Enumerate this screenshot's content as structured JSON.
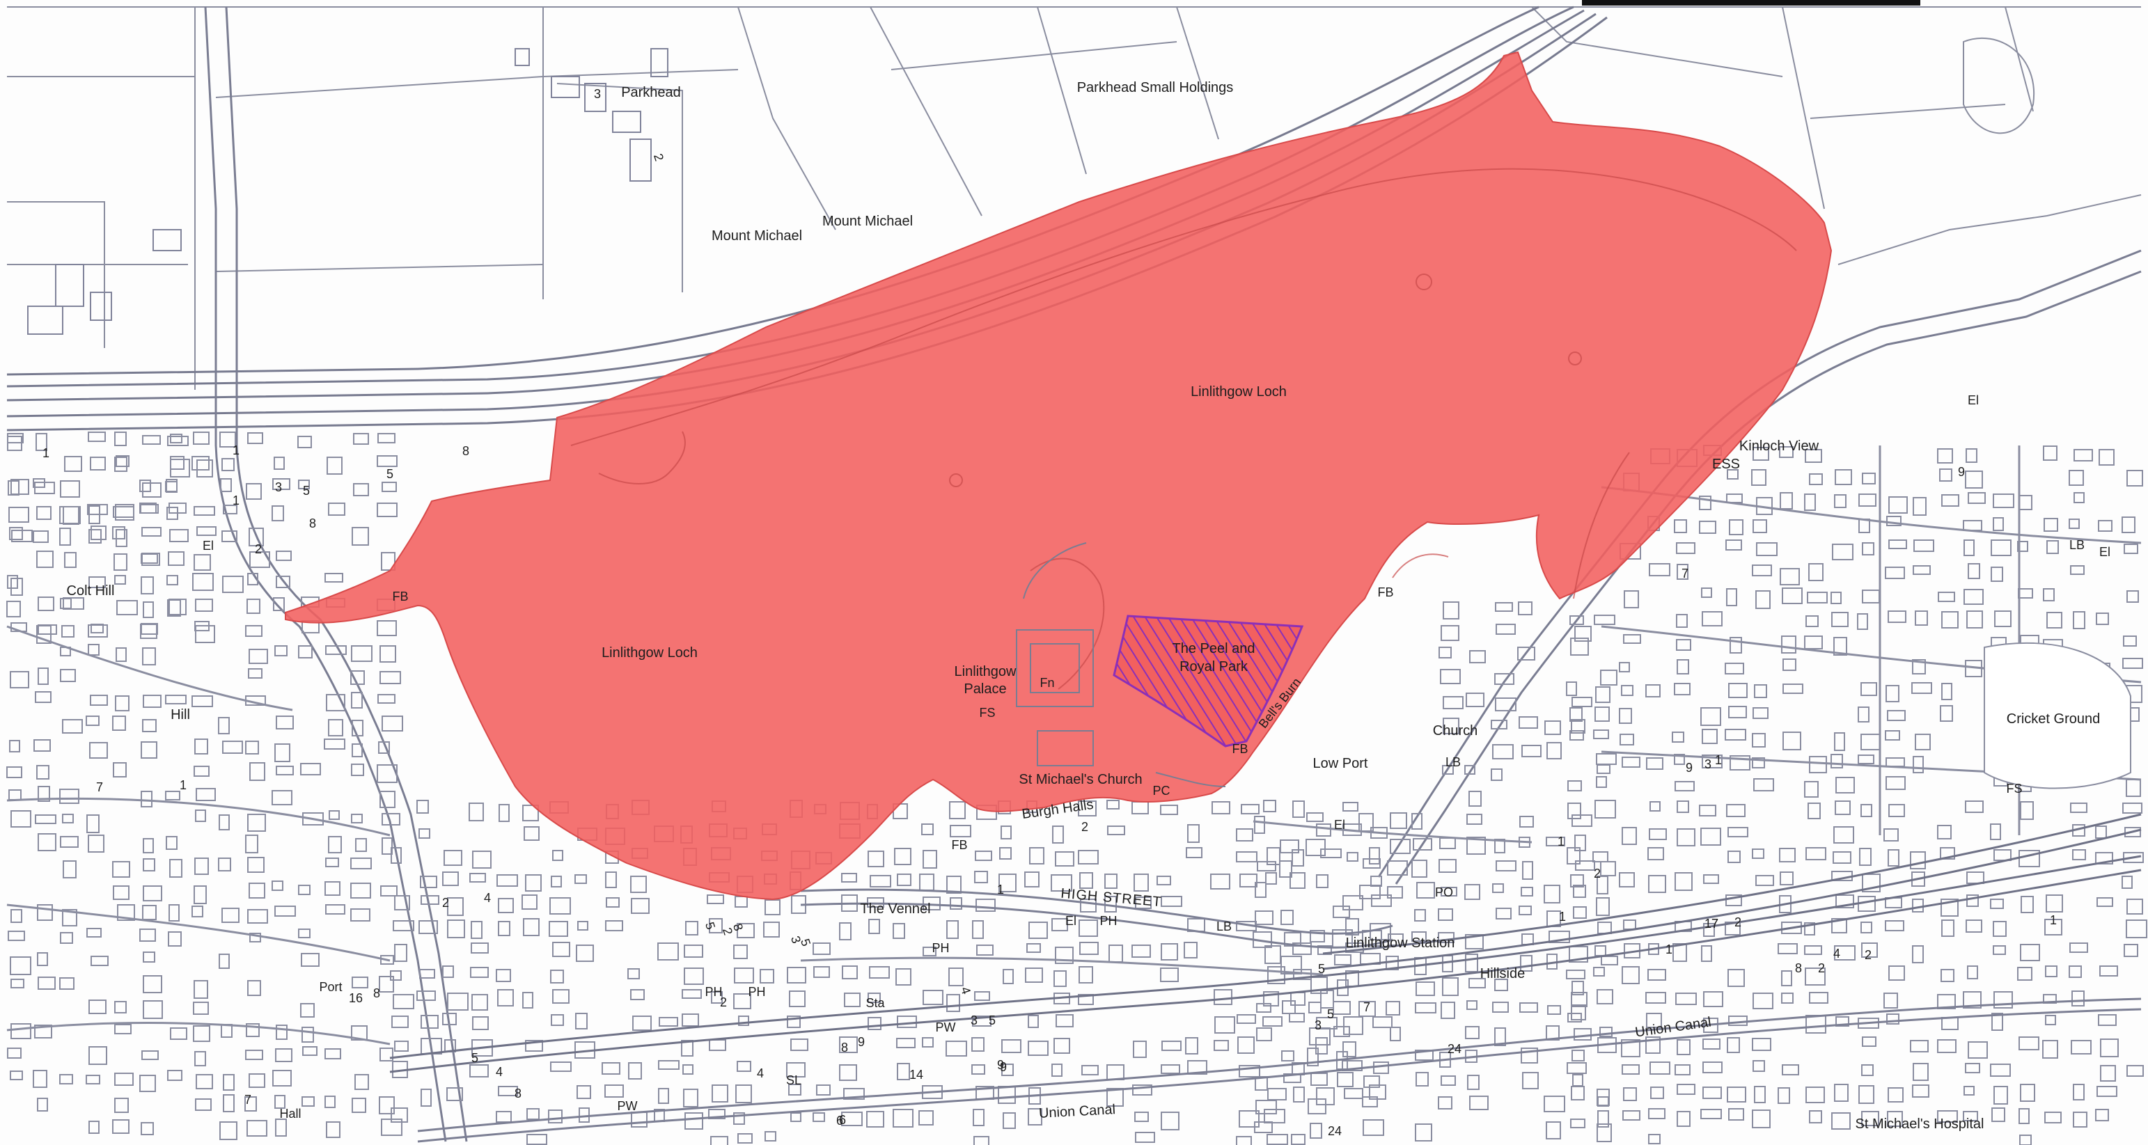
{
  "colors": {
    "loch_fill": "#f2605f",
    "loch_fill_opacity": 0.88,
    "hatch": "#8b2fb8",
    "line": "#7c7f92",
    "road": "#8c8fa3",
    "rail": "#6e7186",
    "text": "#1d1d1d"
  },
  "labels": {
    "parkhead": "Parkhead",
    "parkhead_small_holdings": "Parkhead Small Holdings",
    "mount_michael_1": "Mount Michael",
    "mount_michael_2": "Mount Michael",
    "linlithgow_loch_north": "Linlithgow Loch",
    "linlithgow_loch_west": "Linlithgow Loch",
    "kinloch_view": "Kinloch View",
    "ess": "ESS",
    "colt_hill": "Colt Hill",
    "hill": "Hill",
    "peel_line1": "The Peel and",
    "peel_line2": "Royal Park",
    "palace_line1": "Linlithgow",
    "palace_line2": "Palace",
    "fn": "Fn",
    "fs_palace": "FS",
    "bells_burn": "Bell's Burn",
    "fb_west": "FB",
    "fb_east": "FB",
    "fb_burn": "FB",
    "fb_south": "FB",
    "low_port": "Low Port",
    "church": "Church",
    "cricket_ground": "Cricket Ground",
    "fs_cricket": "FS",
    "st_michaels_church": "St Michael's Church",
    "pc": "PC",
    "burgh_halls": "Burgh Halls",
    "high_street": "HIGH STREET",
    "the_vennel": "The Vennel",
    "linlithgow_station": "Linlithgow Station",
    "hillside": "Hillside",
    "union_canal_east": "Union Canal",
    "union_canal_west": "Union Canal",
    "st_michaels_hospital": "St Michael's Hospital",
    "lb_1": "LB",
    "lb_2": "LB",
    "lb_3": "LB",
    "el_1": "El",
    "el_2": "El",
    "el_3": "El",
    "el_4": "El",
    "el_5": "El",
    "ph_1": "PH",
    "ph_2": "PH",
    "ph_3": "PH",
    "ph_4": "PH",
    "pw_1": "PW",
    "pw_2": "PW",
    "po": "PO",
    "sta": "Sta",
    "sl": "SL",
    "hall": "Hall",
    "port": "Port"
  },
  "numbers": {
    "n_parkhead_3": "3",
    "n_parkhead_2": "2",
    "n_8a": "8",
    "n_1a": "1",
    "n_3a": "3",
    "n_5a": "5",
    "n_5b": "5",
    "n_2a": "2",
    "n_8b": "8",
    "n_1b": "1",
    "n_1c": "1",
    "n_7a": "7",
    "n_1d": "1",
    "n_2b": "2",
    "n_4a": "4",
    "n_16": "16",
    "n_8c": "8",
    "n_5c": "5",
    "n_2c": "2",
    "n_8d": "8",
    "n_3b": "3",
    "n_5d": "5",
    "n_2d": "2",
    "n_1e": "1",
    "n_4b": "4",
    "n_9a": "9",
    "n_8e": "8",
    "n_3c": "3",
    "n_5e": "5",
    "n_2e": "2",
    "n_6a": "6",
    "n_4c": "4",
    "n_9b": "9",
    "n_5f": "5",
    "n_1f": "1",
    "n_7b": "7",
    "n_17": "17",
    "n_2f": "2",
    "n_1g": "1",
    "n_4d": "4",
    "n_2g": "2",
    "n_8f": "8",
    "n_2h": "2",
    "n_24a": "24",
    "n_3d": "3",
    "n_5g": "5",
    "n_7c": "7",
    "n_9c": "9",
    "n_3e": "3",
    "n_1h": "1",
    "n_7d": "7",
    "n_9d": "9",
    "n_1i": "1",
    "n_24b": "24",
    "n_14": "14",
    "n_9e": "9",
    "n_6b": "6",
    "n_8g": "8",
    "n_4e": "4",
    "n_5h": "5",
    "n_7e": "7",
    "n_2i": "2",
    "n_1j": "1"
  }
}
